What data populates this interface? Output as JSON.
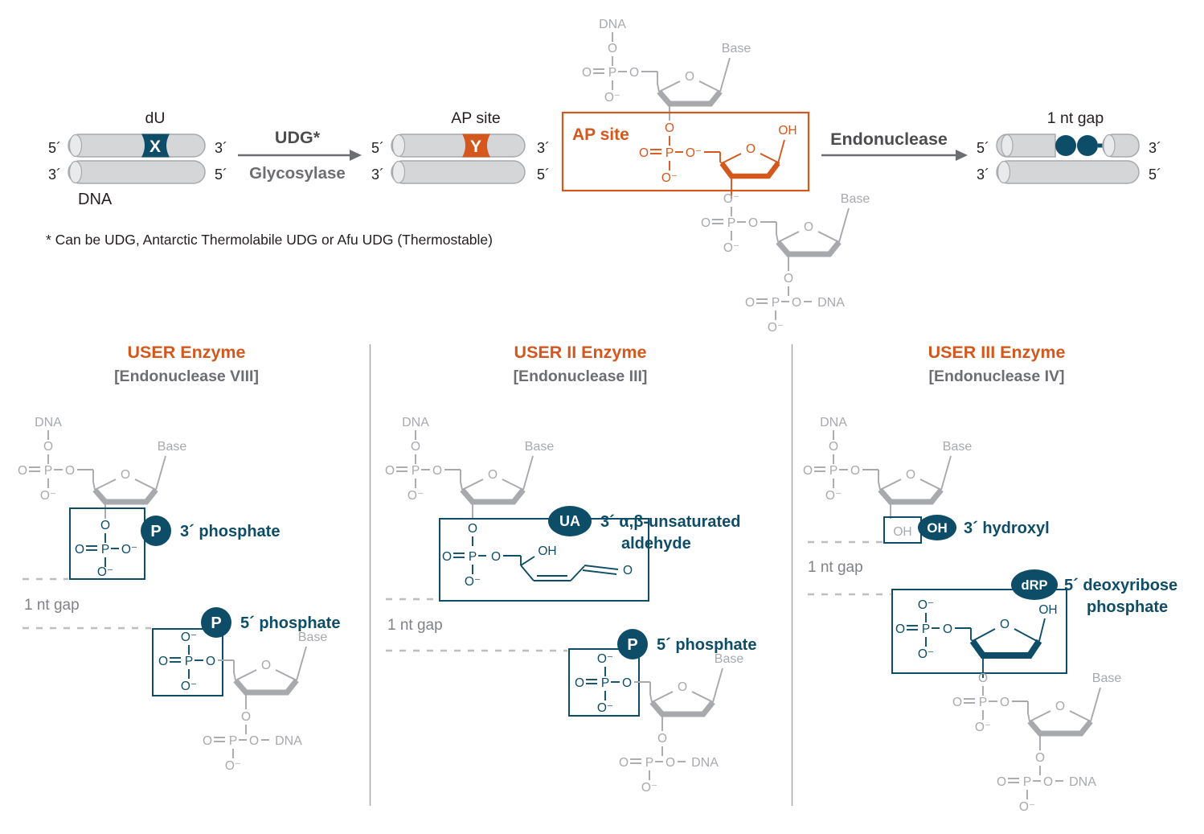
{
  "palette": {
    "orange": "#D4581E",
    "teal": "#0E4D68",
    "structure_gray": "#A7A9AC",
    "label_gray": "#6D6E71",
    "gap_gray": "#808285",
    "black": "#231F20",
    "cylinder_fill": "#D5D6D8"
  },
  "atoms": {
    "O": "O",
    "P": "P",
    "O_minus": "O⁻",
    "OH": "OH",
    "dna": "DNA",
    "base": "Base"
  },
  "strand_ends": {
    "five": "5´",
    "three": "3´"
  },
  "top": {
    "substrate": {
      "site_label": "dU",
      "mark": "X",
      "name_label": "DNA"
    },
    "reaction1": {
      "enzyme": "UDG*",
      "type": "Glycosylase"
    },
    "intermediate": {
      "site_label": "AP site",
      "mark": "Y"
    },
    "ap_detail": {
      "box_label": "AP site"
    },
    "reaction2": {
      "enzyme": "Endonuclease"
    },
    "product": {
      "site_label": "1 nt gap"
    },
    "footnote": "* Can be UDG, Antarctic Thermolabile UDG or Afu UDG (Thermostable)"
  },
  "panels": [
    {
      "title": "USER Enzyme",
      "subtitle": "[Endonuclease VIII]",
      "gap_label": "1 nt gap",
      "product_3end": {
        "badge": "P",
        "label": "3´ phosphate"
      },
      "product_5end": {
        "badge": "P",
        "label": "5´ phosphate"
      }
    },
    {
      "title": "USER II Enzyme",
      "subtitle": "[Endonuclease III]",
      "gap_label": "1 nt gap",
      "product_3end": {
        "badge": "UA",
        "label_line1": "3´ α,β-unsaturated",
        "label_line2": "aldehyde"
      },
      "product_5end": {
        "badge": "P",
        "label": "5´ phosphate"
      }
    },
    {
      "title": "USER III Enzyme",
      "subtitle": "[Endonuclease IV]",
      "gap_label": "1 nt gap",
      "product_3end": {
        "badge": "OH",
        "ring_label": "OH",
        "label": "3´ hydroxyl"
      },
      "product_5end": {
        "badge": "dRP",
        "label_line1": "5´ deoxyribose",
        "label_line2": "phosphate"
      }
    }
  ]
}
